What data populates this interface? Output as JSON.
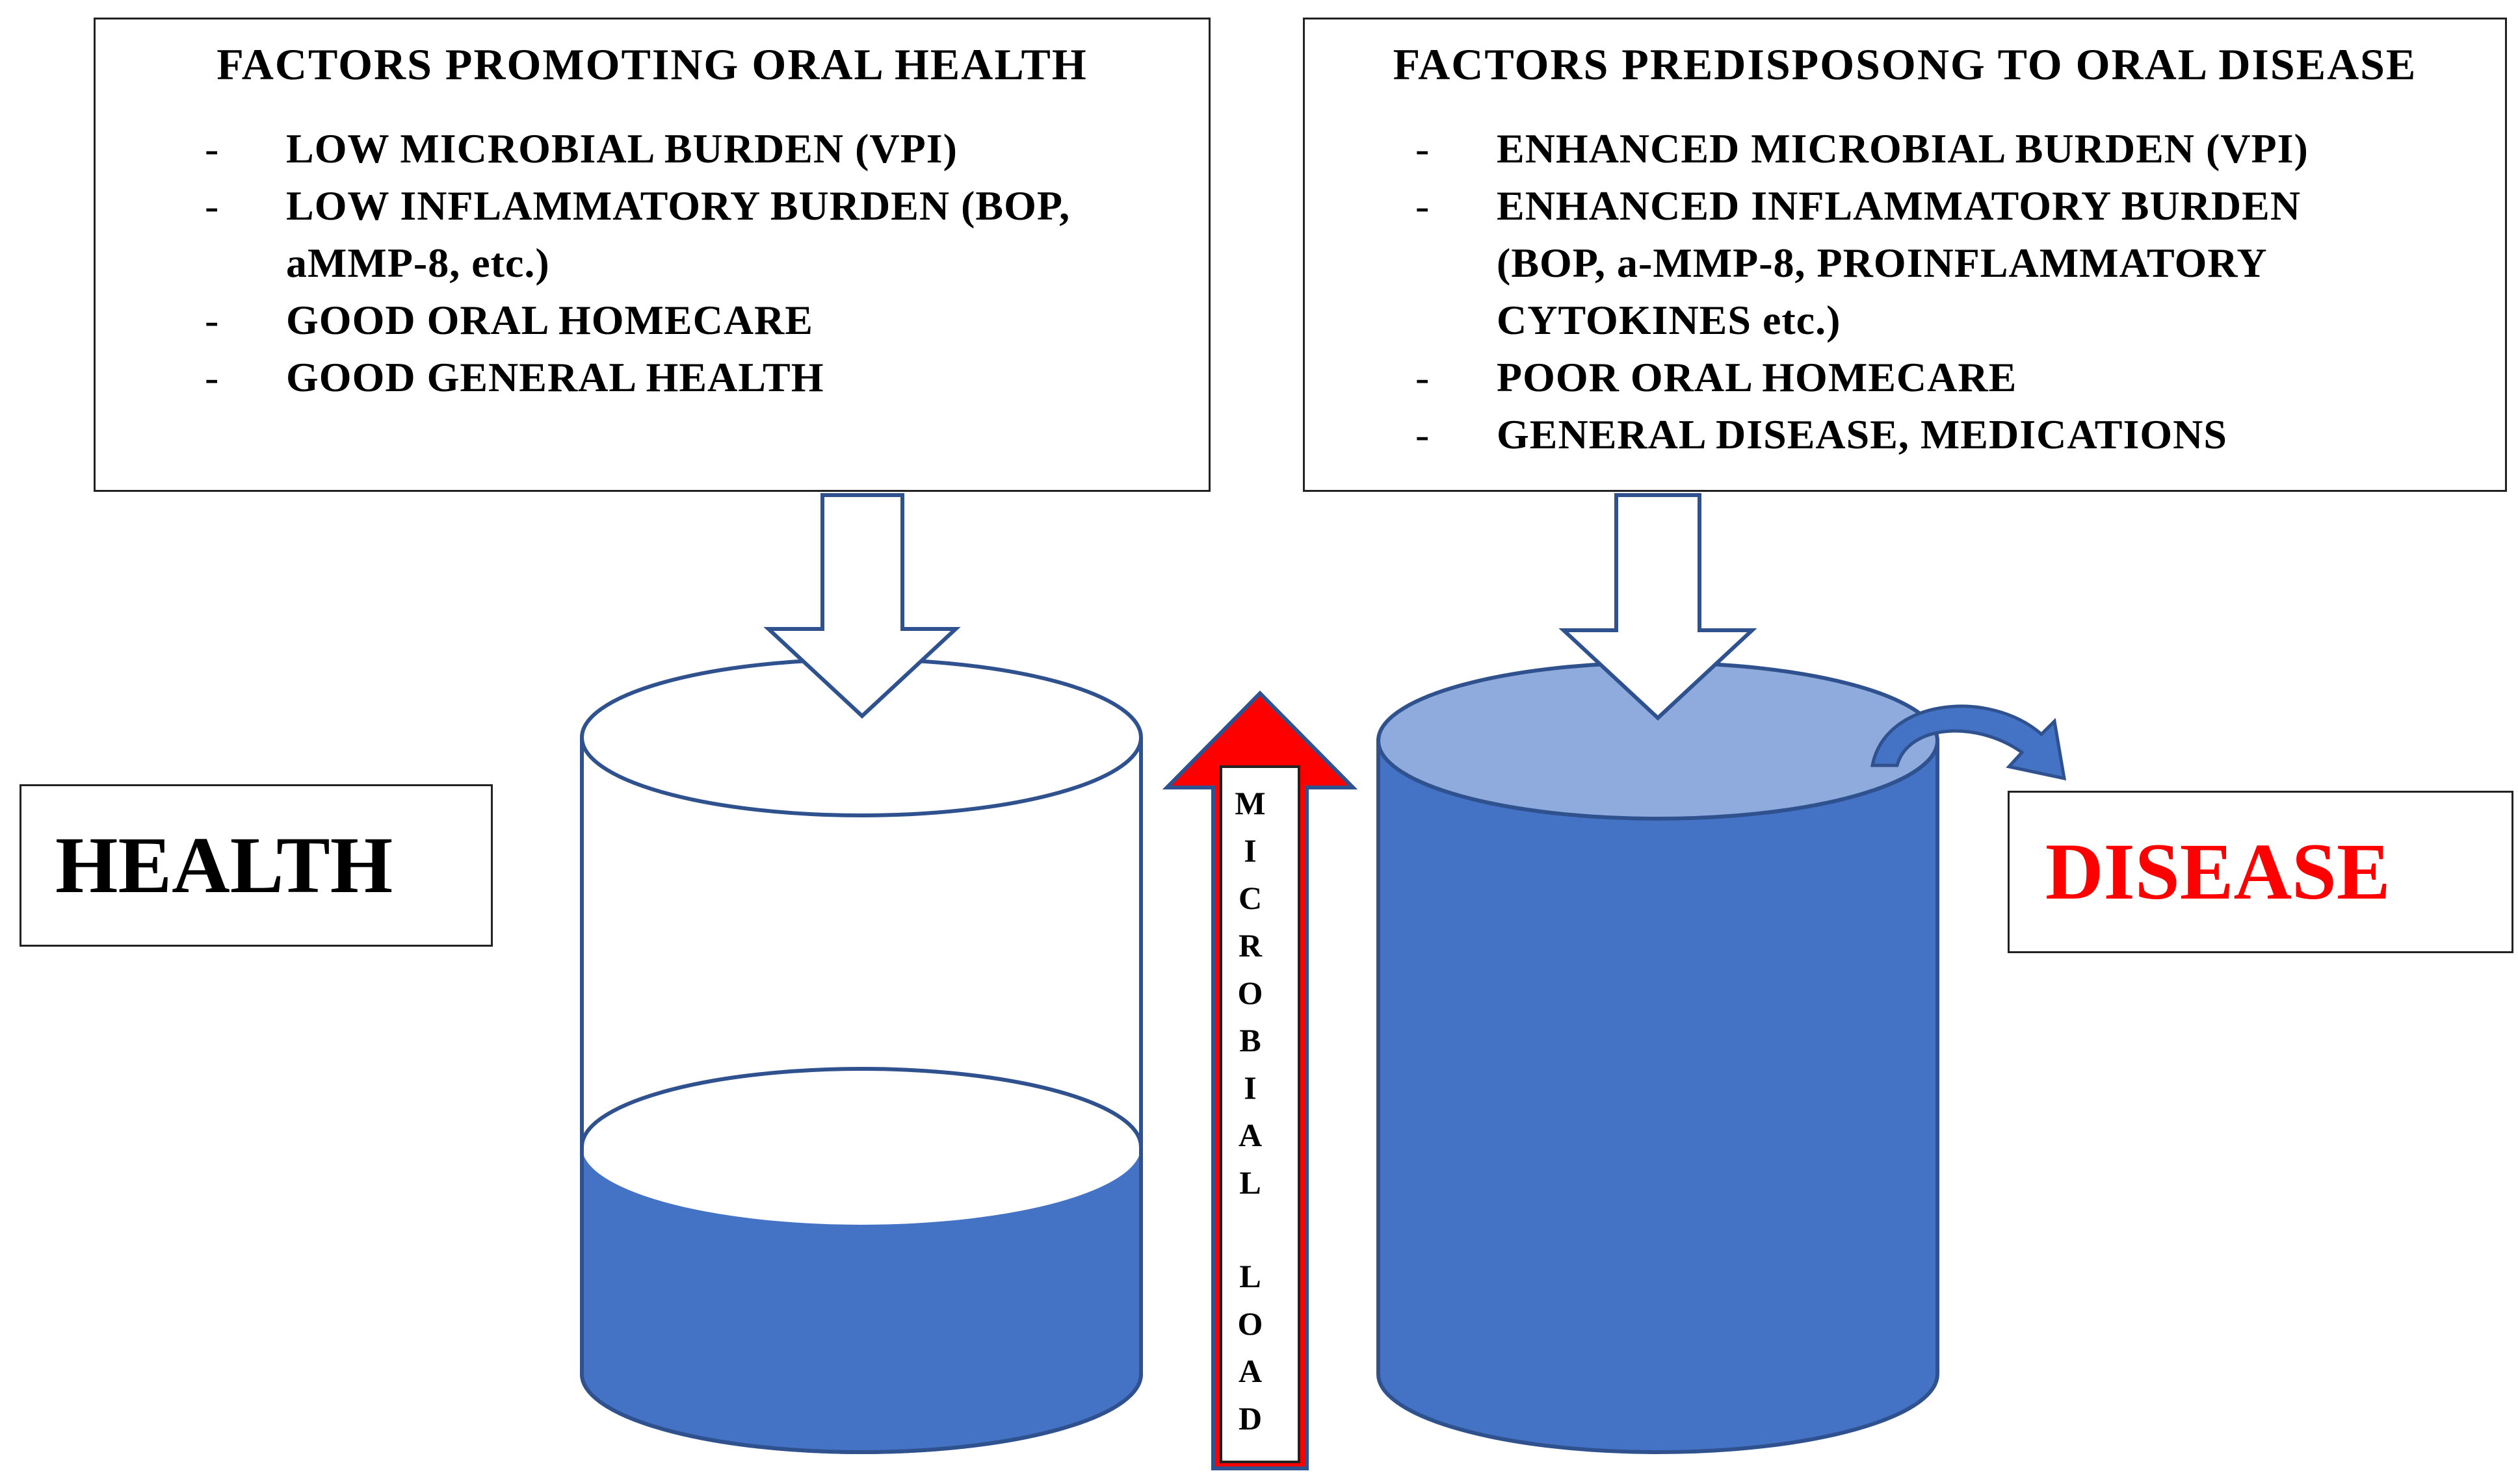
{
  "left_box": {
    "title": "FACTORS PROMOTING ORAL HEALTH",
    "items": [
      "LOW MICROBIAL BURDEN (VPI)",
      "LOW INFLAMMATORY BURDEN (BOP,\naMMP-8, etc.)",
      "GOOD ORAL HOMECARE",
      "GOOD GENERAL HEALTH"
    ]
  },
  "right_box": {
    "title": "FACTORS PREDISPOSONG TO ORAL DISEASE",
    "items": [
      "ENHANCED MICROBIAL BURDEN (VPI)",
      "ENHANCED INFLAMMATORY BURDEN\n(BOP, a-MMP-8, PROINFLAMMATORY\nCYTOKINES etc.)",
      "POOR ORAL HOMECARE",
      "GENERAL DISEASE, MEDICATIONS"
    ]
  },
  "bullet": "-",
  "health_label": "HEALTH",
  "disease_label": "DISEASE",
  "microbial_load": {
    "word1": [
      "M",
      "I",
      "C",
      "R",
      "O",
      "B",
      "I",
      "A",
      "L"
    ],
    "word2": [
      "L",
      "O",
      "A",
      "D"
    ]
  },
  "cylinders": {
    "health_fill_level": 0.32,
    "disease_fill_level": 1.0
  },
  "colors": {
    "fill_blue": "#4472c4",
    "fill_top_blue": "#8faadc",
    "outline": "#2f528f",
    "arrow_red": "#ff0000",
    "disease_text": "#ff0000"
  }
}
